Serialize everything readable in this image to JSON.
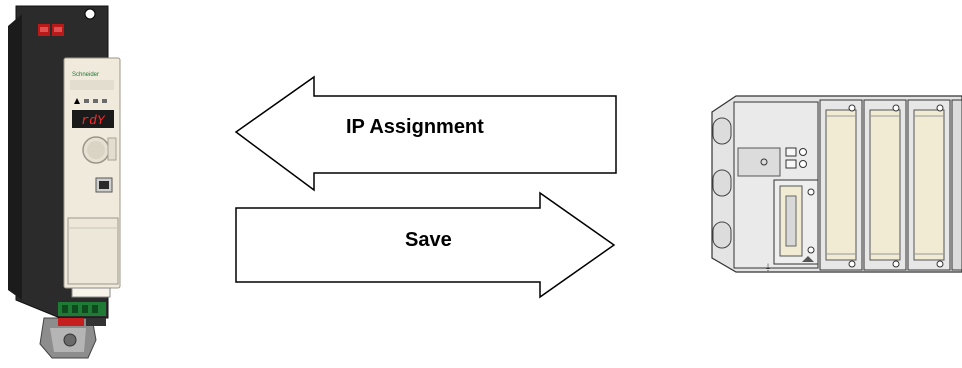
{
  "arrows": {
    "ip_assignment": {
      "label": "IP Assignment",
      "direction": "left"
    },
    "save": {
      "label": "Save",
      "direction": "right"
    }
  },
  "devices": {
    "drive": {
      "display_text": "rdY",
      "brand": "Schneider"
    },
    "plc_rack": {
      "slot_count": 3
    }
  },
  "colors": {
    "drive_body": "#2b2b2b",
    "drive_front": "#efeadc",
    "display_red": "#d81a1a",
    "terminal_green": "#1f7a35",
    "rack_frame": "#e4e4e4",
    "module_face": "#f0ebd2"
  }
}
